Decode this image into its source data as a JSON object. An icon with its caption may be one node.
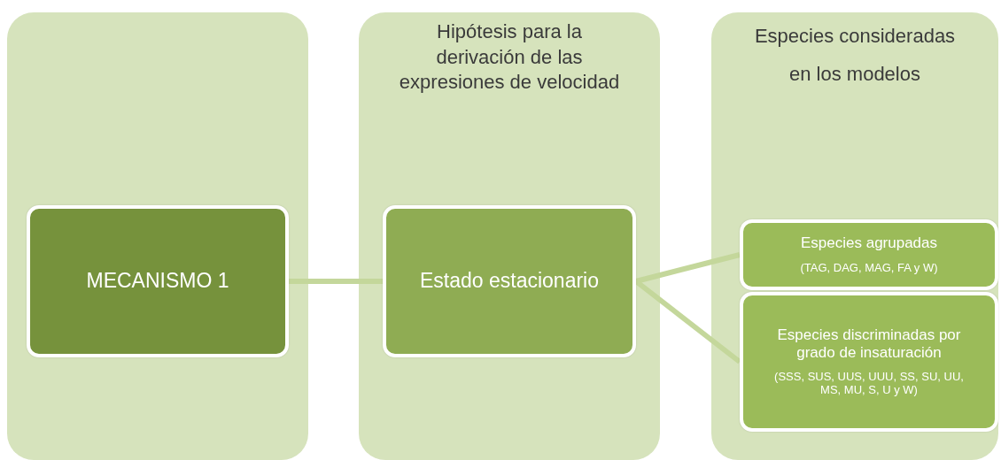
{
  "diagram": {
    "nodes": [
      {
        "text": [],
        "shape": "box"
      },
      {
        "text": [
          "Hipótesis para la derivación de las expresiones de velocidad"
        ]
      },
      {
        "text": [
          "Especies consideradas en los modelos"
        ]
      },
      {
        "text": [
          "MECANISMO 1"
        ],
        "in": 0
      },
      {
        "text": [
          "Estado estacionario"
        ],
        "in": 1
      },
      {
        "text": [
          "Especies agrupadas",
          "(TAG, DAG, MAG, FA y W)"
        ],
        "in": 2
      },
      {
        "text": [
          "Especies discriminadas por grado de insaturación",
          "(SSS, SUS, UUS, UUU, SS, SU, UU, MS, MU, S, U y W)"
        ],
        "in": 2
      }
    ],
    "edges": [
      {
        "from": 3,
        "to": 4,
        "arrow": "none"
      },
      {
        "from": 4,
        "to": 5,
        "arrow": "none"
      },
      {
        "from": 4,
        "to": 6,
        "arrow": "none"
      }
    ]
  }
}
